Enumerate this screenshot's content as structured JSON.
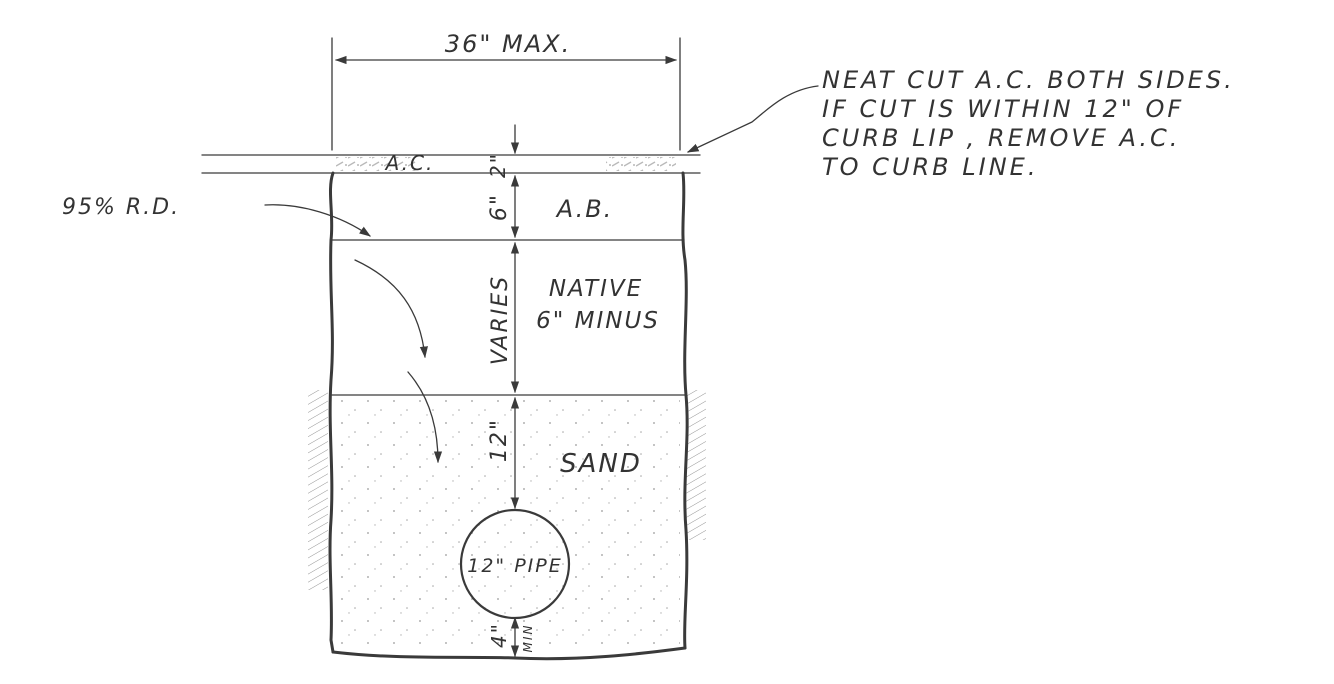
{
  "title_dimension": "36\" MAX.",
  "note": {
    "lines": [
      "NEAT CUT A.C. BOTH SIDES.",
      "IF CUT IS WITHIN 12\" OF",
      "CURB LIP , REMOVE A.C.",
      "TO CURB LINE."
    ]
  },
  "compaction_label": "95% R.D.",
  "layers": {
    "ac": {
      "name": "A.C.",
      "depth": "2\""
    },
    "ab": {
      "name": "A.B.",
      "depth": "6\""
    },
    "native": {
      "name_line1": "NATIVE",
      "name_line2": "6\" MINUS",
      "depth": "VARIES"
    },
    "sand": {
      "name": "SAND",
      "depth": "12\""
    },
    "pipe": {
      "name": "12\" PIPE"
    },
    "bedding": {
      "depth": "4\"",
      "qualifier": "MIN"
    }
  },
  "colors": {
    "ink": "#3a3a3a",
    "paper": "#ffffff"
  }
}
